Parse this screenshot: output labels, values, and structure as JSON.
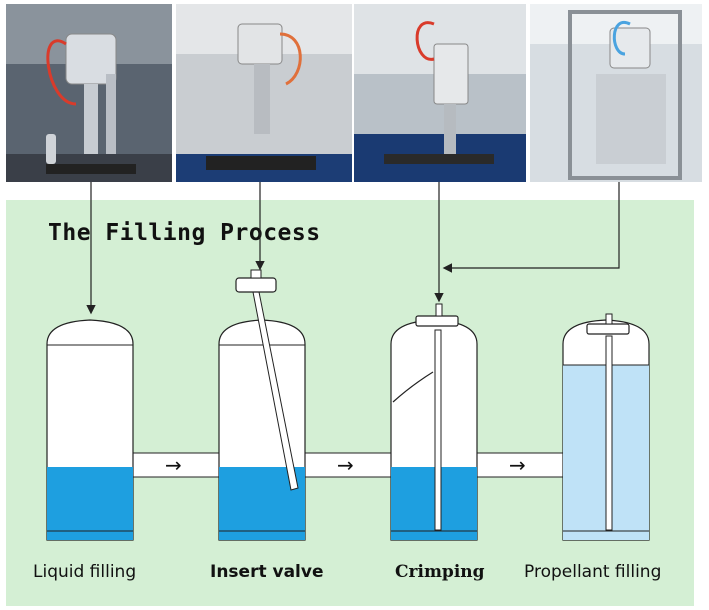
{
  "title": "The Filling Process",
  "steps": [
    {
      "label": "Liquid filling"
    },
    {
      "label": "Insert valve"
    },
    {
      "label": "Crimping"
    },
    {
      "label": "Propellant filling"
    }
  ],
  "colors": {
    "panel_bg": "#d4efd4",
    "liquid": "#1e9fe0",
    "propellant": "#bfe2f7",
    "outline": "#222222"
  }
}
